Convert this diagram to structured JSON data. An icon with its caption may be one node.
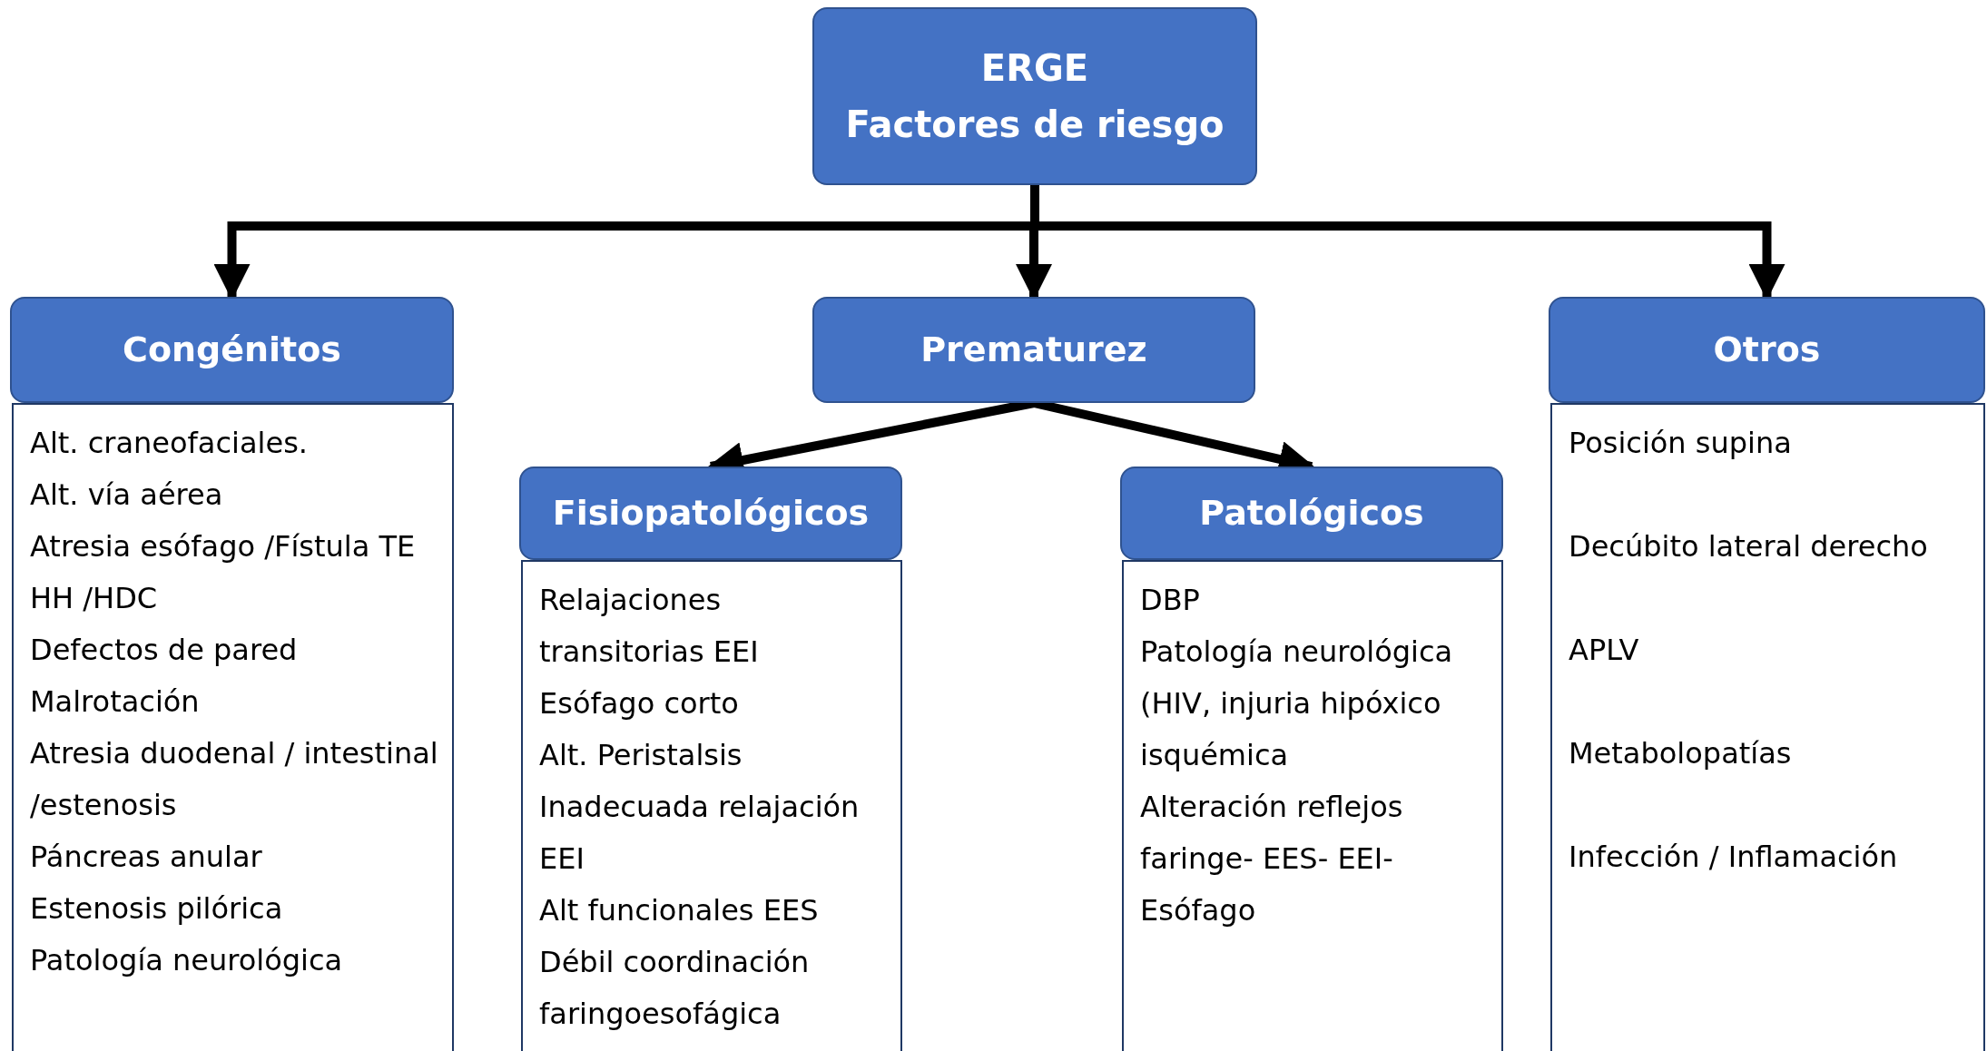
{
  "diagram": {
    "nodes": [
      {
        "text": [
          "ERGE",
          "Factores de riesgo"
        ]
      },
      {
        "text": [
          "Congénitos"
        ]
      },
      {
        "text": [
          "Alt. craneofaciales.",
          "Alt. vía aérea",
          "Atresia esófago /Fístula TE",
          "HH /HDC",
          "Defectos de pared",
          "Malrotación",
          "Atresia duodenal / intestinal /estenosis",
          "Páncreas anular",
          "Estenosis pilórica",
          "Patología neurológica"
        ]
      },
      {
        "text": [
          "Prematurez"
        ]
      },
      {
        "text": [
          "Fisiopatológicos"
        ]
      },
      {
        "text": [
          "Relajaciones transitorias EEI",
          "Esófago corto",
          "Alt. Peristalsis",
          "Inadecuada relajación EEI",
          "Alt funcionales EES",
          "Débil coordinación faringoesofágica"
        ]
      },
      {
        "text": [
          "Patológicos"
        ]
      },
      {
        "text": [
          "DBP",
          "Patología neurológica (HIV, injuria hipóxico isquémica",
          "Alteración reflejos faringe- EES- EEI- Esófago"
        ]
      },
      {
        "text": [
          "Otros"
        ]
      },
      {
        "text": [
          "Posición supina",
          "Decúbito lateral derecho",
          "APLV",
          "Metabolopatías",
          "Infección / Inflamación"
        ]
      }
    ],
    "edges": [
      {
        "from": 0,
        "to": 1,
        "arrow": "to"
      },
      {
        "from": 0,
        "to": 3,
        "arrow": "to"
      },
      {
        "from": 0,
        "to": 8,
        "arrow": "to"
      },
      {
        "from": 3,
        "to": 4,
        "arrow": "to"
      },
      {
        "from": 3,
        "to": 6,
        "arrow": "to"
      }
    ]
  }
}
